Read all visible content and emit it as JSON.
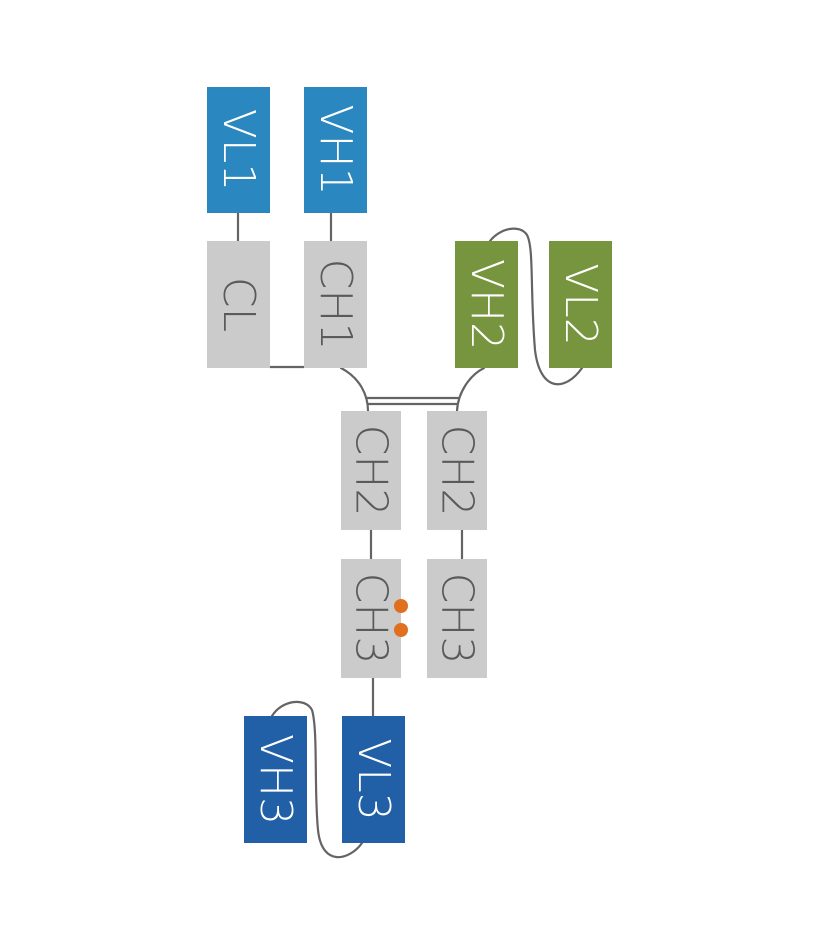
{
  "diagram": {
    "type": "antibody-domain-schematic",
    "colors": {
      "chain1": "#2b87bf",
      "chain2": "#76953e",
      "chain3": "#2160a6",
      "constant": "#cbcbcb",
      "linker": "#646464",
      "knob": "#e07020",
      "label_light": "#ffffff",
      "label_dark": "#5a5a5a"
    },
    "domains": [
      {
        "id": "VL1",
        "label": "VL1",
        "group": "chain1"
      },
      {
        "id": "VH1",
        "label": "VH1",
        "group": "chain1"
      },
      {
        "id": "CL",
        "label": "CL",
        "group": "constant"
      },
      {
        "id": "CH1",
        "label": "CH1",
        "group": "constant"
      },
      {
        "id": "VH2",
        "label": "VH2",
        "group": "chain2"
      },
      {
        "id": "VL2",
        "label": "VL2",
        "group": "chain2"
      },
      {
        "id": "CH2a",
        "label": "CH2",
        "group": "constant"
      },
      {
        "id": "CH2b",
        "label": "CH2",
        "group": "constant"
      },
      {
        "id": "CH3a",
        "label": "CH3",
        "group": "constant"
      },
      {
        "id": "CH3b",
        "label": "CH3",
        "group": "constant"
      },
      {
        "id": "VH3",
        "label": "VH3",
        "group": "chain3"
      },
      {
        "id": "VL3",
        "label": "VL3",
        "group": "chain3"
      }
    ],
    "connections": [
      {
        "from": "VL1",
        "to": "CL",
        "kind": "straight"
      },
      {
        "from": "VH1",
        "to": "CH1",
        "kind": "straight"
      },
      {
        "from": "CL",
        "to": "CH1",
        "kind": "disulfide"
      },
      {
        "from": "CH1",
        "to": "CH2a",
        "kind": "hinge"
      },
      {
        "from": "VH2",
        "to": "CH2b",
        "kind": "hinge"
      },
      {
        "from": "CH2a",
        "to": "CH2b",
        "kind": "hinge-disulfide"
      },
      {
        "from": "VH2",
        "to": "VL2",
        "kind": "scfv-linker"
      },
      {
        "from": "CH2a",
        "to": "CH3a",
        "kind": "straight"
      },
      {
        "from": "CH2b",
        "to": "CH3b",
        "kind": "straight"
      },
      {
        "from": "CH3a",
        "to": "VL3",
        "kind": "straight"
      },
      {
        "from": "VL3",
        "to": "VH3",
        "kind": "scfv-linker"
      }
    ],
    "knob_mutations": {
      "domain": "CH3a",
      "count": 2
    }
  }
}
